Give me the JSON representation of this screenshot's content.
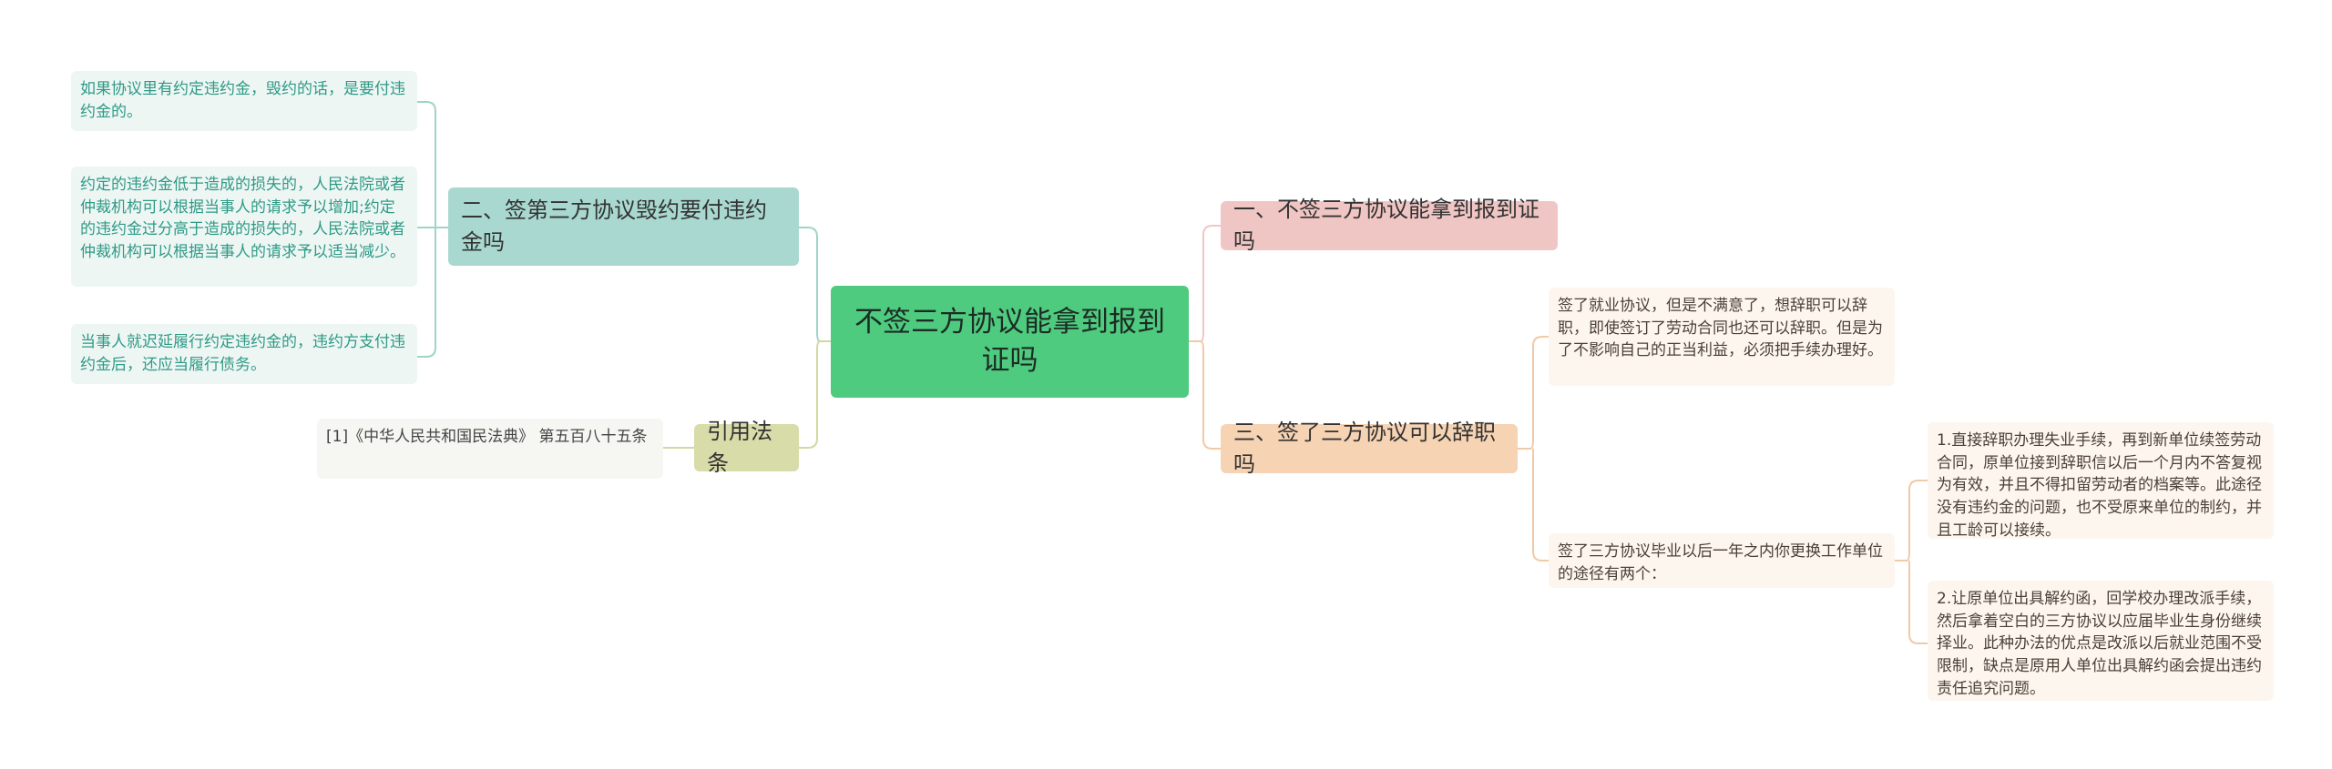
{
  "root": {
    "text": "不签三方协议能拿到报到证吗"
  },
  "left": {
    "branch2": {
      "title": "二、签第三方协议毁约要付违约金吗",
      "leaves": [
        "如果协议里有约定违约金，毁约的话，是要付违约金的。",
        "约定的违约金低于造成的损失的，人民法院或者仲裁机构可以根据当事人的请求予以增加;约定的违约金过分高于造成的损失的，人民法院或者仲裁机构可以根据当事人的请求予以适当减少。",
        "当事人就迟延履行约定违约金的，违约方支付违约金后，还应当履行债务。"
      ]
    },
    "cite": {
      "title": "引用法条",
      "leaf": "[1]《中华人民共和国民法典》 第五百八十五条"
    }
  },
  "right": {
    "branch1": {
      "title": "一、不签三方协议能拿到报到证吗"
    },
    "branch3": {
      "title": "三、签了三方协议可以辞职吗",
      "leaf1": "签了就业协议，但是不满意了，想辞职可以辞职，即使签订了劳动合同也还可以辞职。但是为了不影响自己的正当利益，必须把手续办理好。",
      "leaf2": "签了三方协议毕业以后一年之内你更换工作单位的途径有两个：",
      "sub": [
        "1.直接辞职办理失业手续，再到新单位续签劳动合同，原单位接到辞职信以后一个月内不答复视为有效，并且不得扣留劳动者的档案等。此途径没有违约金的问题，也不受原来单位的制约，并且工龄可以接续。",
        "2.让原单位出具解约函，回学校办理改派手续，然后拿着空白的三方协议以应届毕业生身份继续择业。此种办法的优点是改派以后就业范围不受限制，缺点是原用人单位出具解约函会提出违约责任追究问题。"
      ]
    }
  },
  "colors": {
    "root": "#4ecb7f",
    "teal": "#a8d8cf",
    "pink": "#f0c6c4",
    "peach": "#f6d3b3",
    "olive": "#d7dca9",
    "line_teal": "#9fd4c9",
    "line_peach": "#f2c9a6",
    "line_olive": "#d2d8a0"
  }
}
